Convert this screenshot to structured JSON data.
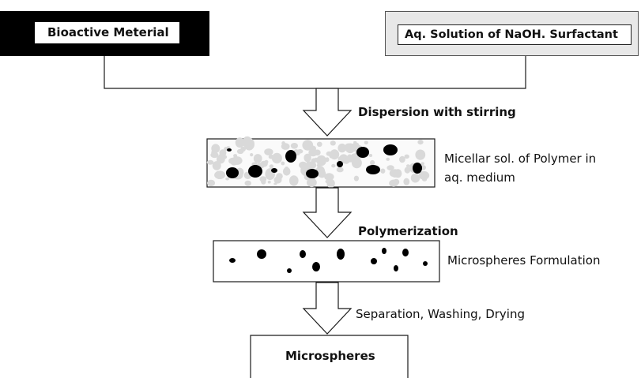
{
  "nodes": {
    "bioactive": "Bioactive Meterial",
    "aq_solution": "Aq. Solution of NaOH. Surfactant",
    "micellar_line1": "Micellar sol. of Polymer in",
    "micellar_line2": "aq. medium",
    "formulation": "Microspheres Formulation",
    "product": "Microspheres"
  },
  "steps": {
    "dispersion": "Dispersion with stirring",
    "polymerization": "Polymerization",
    "separation": "Separation, Washing, Drying"
  },
  "colors": {
    "line": "#1a1a1a",
    "particle": "#000000",
    "speckle": "#d9d9d9",
    "aq_box_fill": "#e8e8e8"
  }
}
